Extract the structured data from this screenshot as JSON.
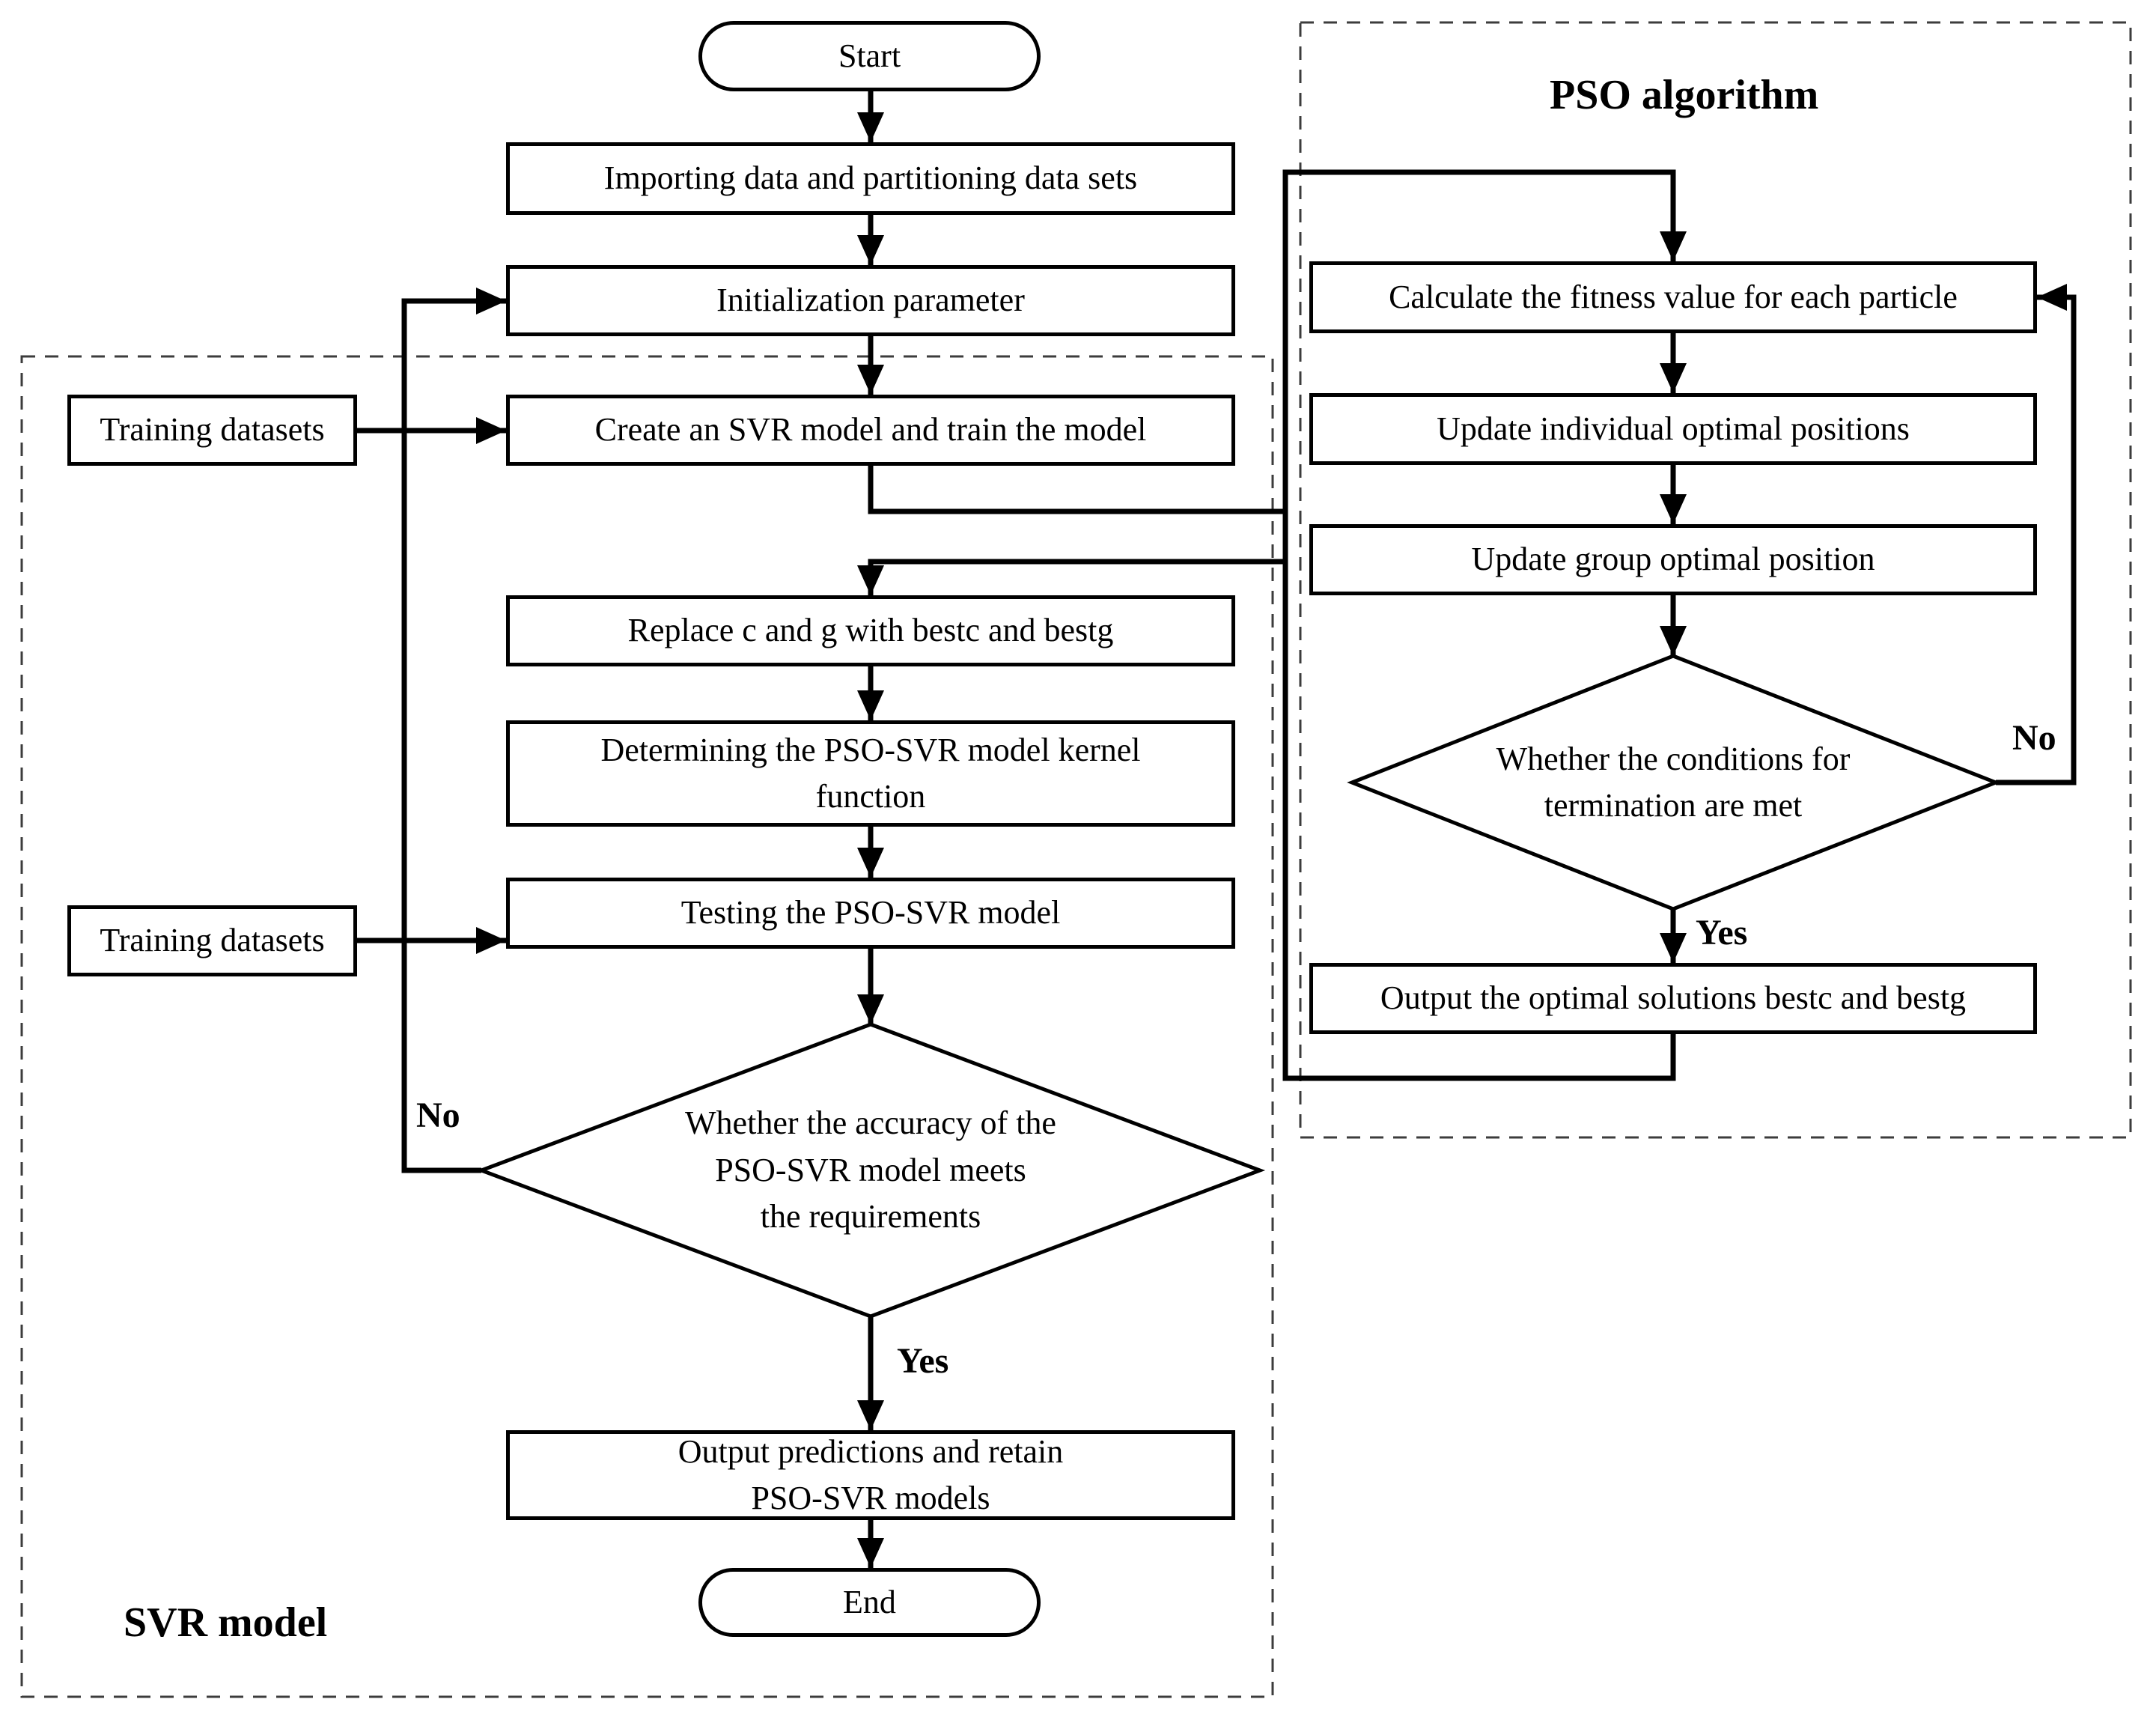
{
  "diagram": {
    "svr_section": {
      "label": "SVR model"
    },
    "pso_section": {
      "label": "PSO algorithm"
    },
    "nodes": {
      "start": "Start",
      "importing": "Importing data and partitioning data sets",
      "initialization": "Initialization parameter",
      "training1": "Training datasets",
      "create_svr": "Create an SVR model and train the model",
      "replace": "Replace c and g with bestc and bestg",
      "determining": "Determining the PSO-SVR model kernel\nfunction",
      "training2": "Training datasets",
      "testing": "Testing the PSO-SVR model",
      "accuracy_decision": "Whether the accuracy of the\nPSO-SVR model meets\nthe requirements",
      "output_predictions": "Output predictions and retain\nPSO-SVR models",
      "end": "End",
      "calculate_fitness": "Calculate the fitness value for each particle",
      "update_individual": "Update individual optimal positions",
      "update_group": "Update group optimal position",
      "termination_decision": "Whether the conditions for\ntermination are met",
      "output_optimal": "Output the optimal solutions bestc and bestg"
    },
    "labels": {
      "accuracy_no": "No",
      "accuracy_yes": "Yes",
      "termination_no": "No",
      "termination_yes": "Yes"
    },
    "colors": {
      "line": "#000000",
      "background": "#ffffff",
      "dashed_border": "#3c3c3c"
    }
  }
}
